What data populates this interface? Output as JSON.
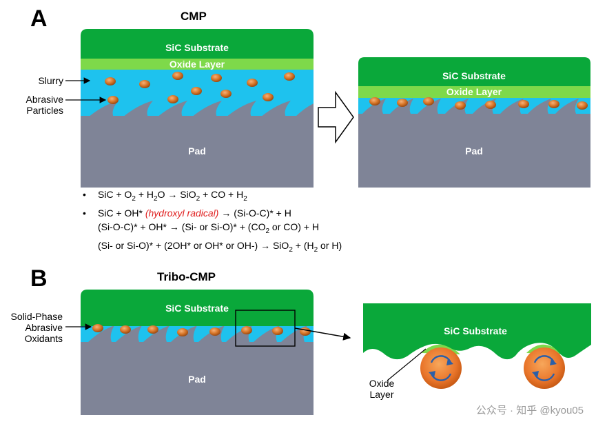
{
  "panelA": {
    "letter": "A",
    "title": "CMP",
    "substrate": "SiC Substrate",
    "oxide": "Oxide Layer",
    "pad": "Pad",
    "slurry_label": "Slurry",
    "abrasive_label_1": "Abrasive",
    "abrasive_label_2": "Particles",
    "right_substrate": "SiC Substrate",
    "right_oxide": "Oxide Layer",
    "right_pad": "Pad"
  },
  "equations": {
    "eq1": {
      "a": "SiC + O",
      "a_sub": "2",
      "b": " + H",
      "b_sub": "2",
      "c": "O → SiO",
      "c_sub": "2",
      "d": " + CO + H",
      "d_sub": "2"
    },
    "eq2": {
      "a": "SiC + OH* ",
      "red": "(hydroxyl radical)",
      "b": " → (Si-O-C)* + H"
    },
    "eq3": {
      "a": "(Si-O-C)* + OH* → (Si- or  Si-O)* + (CO",
      "a_sub": "2",
      "b": " or CO) + H"
    },
    "eq4": {
      "a": "(Si- or Si-O)* + (2OH* or OH* or OH-) → SiO",
      "a_sub": "2",
      "b": " + (H",
      "b_sub": "2",
      "c": " or H)"
    }
  },
  "panelB": {
    "letter": "B",
    "title": "Tribo-CMP",
    "substrate": "SiC Substrate",
    "pad": "Pad",
    "solid_label_1": "Solid-Phase",
    "solid_label_2": "Abrasive",
    "solid_label_3": "Oxidants",
    "zoom_substrate": "SiC Substrate",
    "oxide_label_1": "Oxide",
    "oxide_label_2": "Layer"
  },
  "watermark": "公众号 · 知乎 @kyou05",
  "colors": {
    "substrate_green": "#0aa83a",
    "oxide_green": "#7ed94a",
    "slurry_blue": "#1ec2ee",
    "pad_gray": "#7f8497",
    "particle_orange": "#d9782a"
  }
}
